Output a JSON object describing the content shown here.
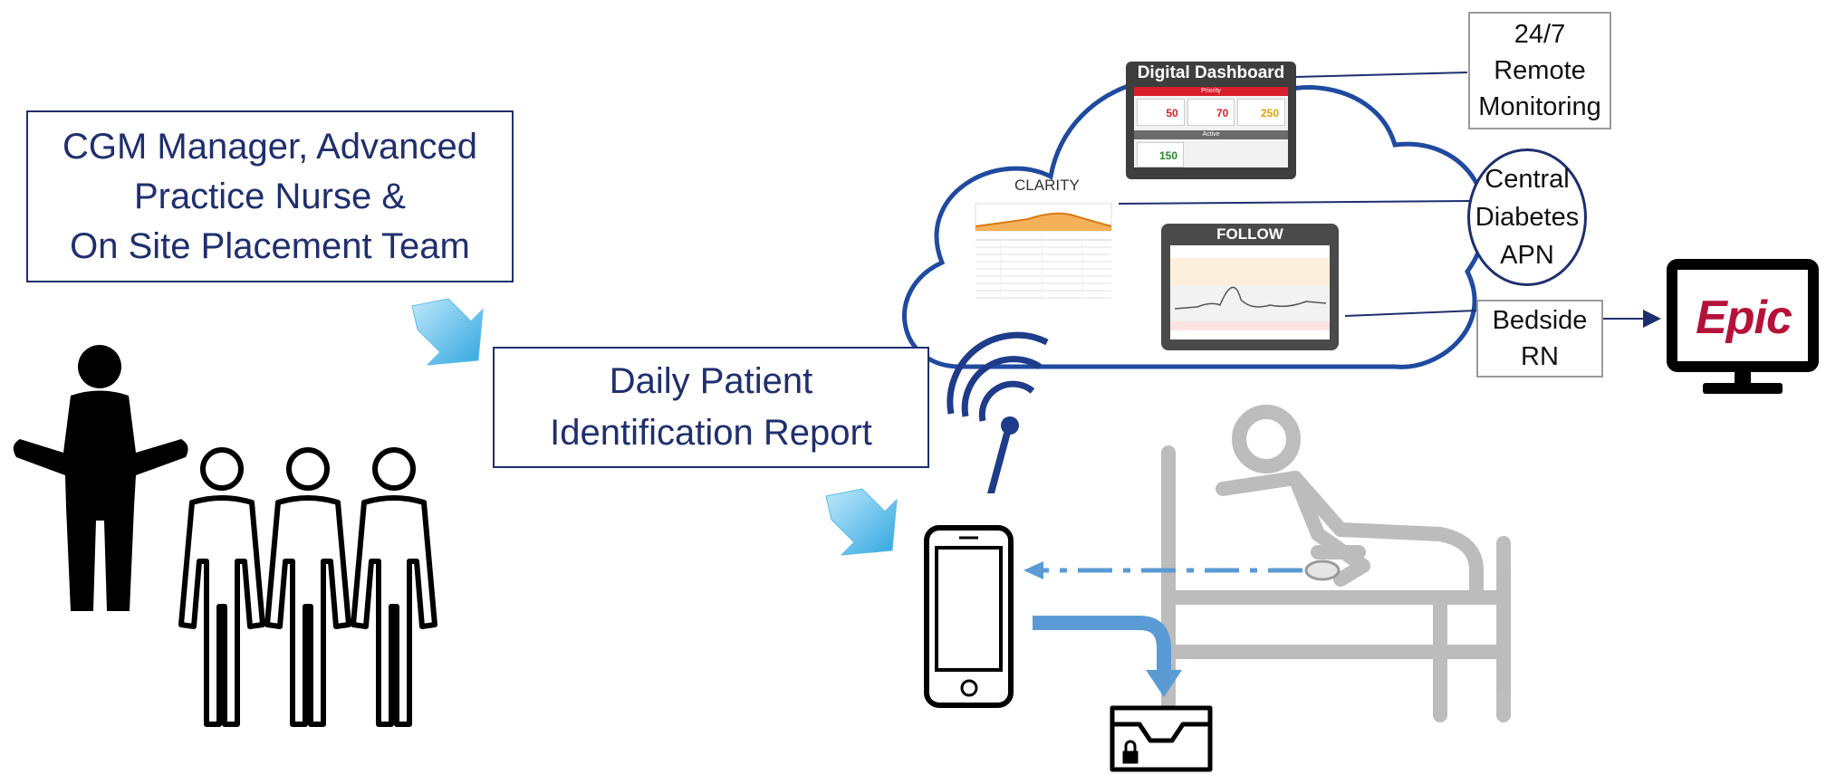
{
  "team_box": {
    "text": "CGM Manager, Advanced\nPractice Nurse &\nOn Site Placement Team"
  },
  "report_box": {
    "text": "Daily Patient\nIdentification Report"
  },
  "dashboard": {
    "title": "Digital Dashboard",
    "row1": "Priority",
    "row2": "Active",
    "v1": "50",
    "v2": "70",
    "v3": "250",
    "v4": "150"
  },
  "clarity": {
    "label": "CLARITY"
  },
  "follow": {
    "title": "FOLLOW"
  },
  "monitoring_box": {
    "text": "24/7\nRemote\nMonitoring"
  },
  "apn_circle": {
    "text": "Central\nDiabetes\nAPN"
  },
  "bedside_box": {
    "text": "Bedside\nRN"
  },
  "epic": {
    "logo": "Epic"
  },
  "icons": [
    "person-icon",
    "arrow-icon",
    "signal-icon",
    "smartphone-icon",
    "inbox-lock-icon",
    "patient-bed-icon",
    "monitor-icon",
    "cloud-icon"
  ],
  "colors": {
    "navy": "#1f2f6e",
    "arrow_blue": "#5b9bd5",
    "epic_red": "#b5123a",
    "gray_box": "#9a9a9a"
  }
}
